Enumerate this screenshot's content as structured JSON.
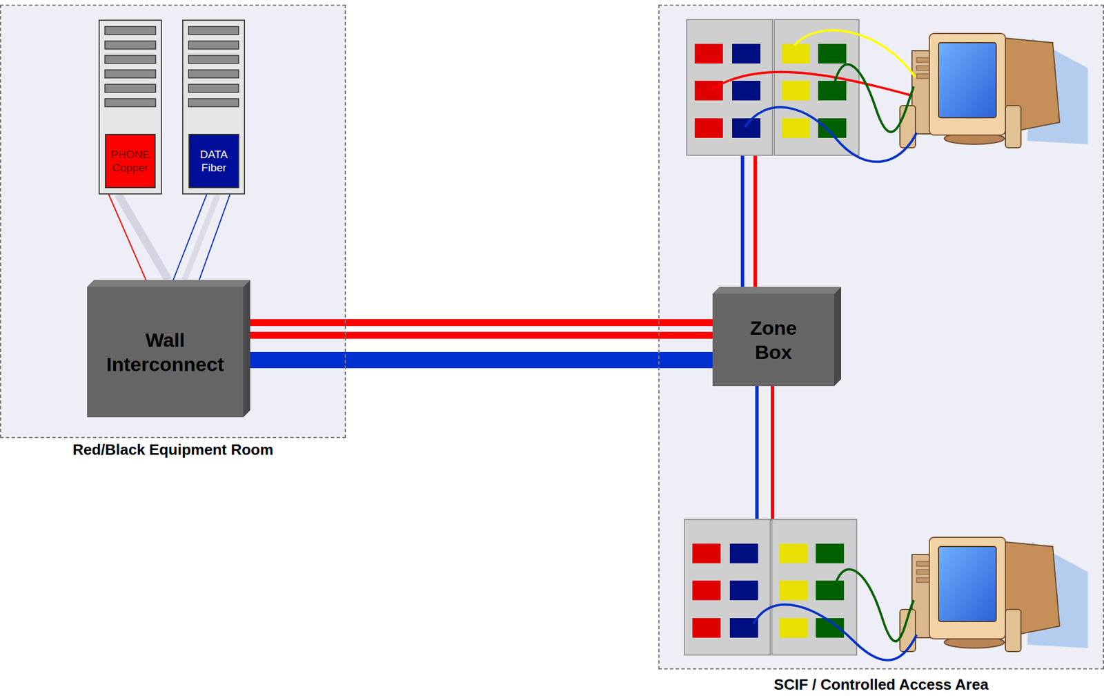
{
  "diagram": {
    "nodes": [
      {
        "text": [
          "Red/Black Equipment Room"
        ]
      },
      {
        "text": [
          "PHONE Copper"
        ],
        "in": 0
      },
      {
        "text": [
          "DATA Fiber"
        ],
        "in": 0
      },
      {
        "text": [
          "Wall Interconnect"
        ],
        "in": 0
      },
      {
        "text": [
          "SCIF / Controlled Access Area"
        ]
      },
      {
        "text": [
          "Zone Box"
        ],
        "in": 4
      }
    ],
    "edges": [
      {
        "from": 1,
        "to": 3,
        "arrow": "none"
      },
      {
        "from": 2,
        "to": 3,
        "arrow": "none"
      },
      {
        "from": 2,
        "to": 3,
        "arrow": "none"
      },
      {
        "from": 3,
        "to": 5,
        "arrow": "none"
      },
      {
        "from": 3,
        "to": 5,
        "arrow": "none"
      },
      {
        "from": 3,
        "to": 5,
        "arrow": "none"
      }
    ]
  }
}
